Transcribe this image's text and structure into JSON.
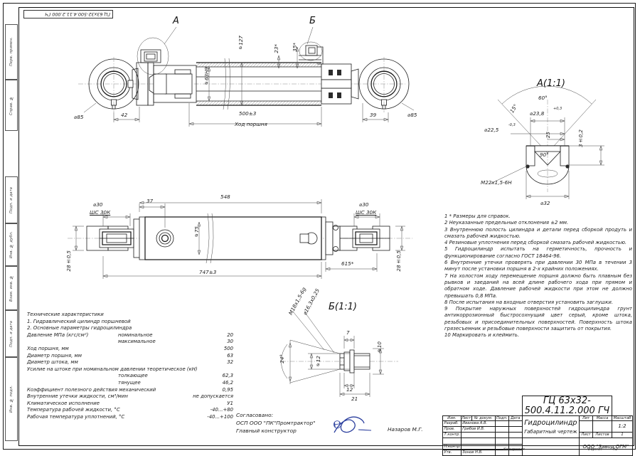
{
  "sheet": {
    "drawing_number": "ГЦ 63х32-500.4.11.2.000 ГЧ",
    "corner_number": "ГЦ 63х32-500.4.11.2.000 ГЧ",
    "format_label": "Формат",
    "format_value": "А2",
    "copied_label": "Копировал"
  },
  "margin": {
    "perv_primen": "Перв. примен.",
    "sprav": "Справ. №",
    "podp_data_1": "Подп. и дата",
    "inv_dubl": "Инв. № дубл.",
    "vzam_inv": "Взам. инв. №",
    "podp_data_2": "Подп. и дата",
    "inv_podl": "Инв. № подл."
  },
  "views": {
    "detail_a_marker": "А",
    "detail_b_marker": "Б",
    "detail_a_title": "А(1:1)",
    "detail_b_title": "Б(1:1)"
  },
  "top_view_dims": {
    "d85_left": "⌀85",
    "d85_right": "⌀85",
    "len42": "42",
    "len39": "39",
    "d127": "⌀127",
    "d63h9": "⌀63Н9",
    "angle23": "23*",
    "angle35": "35*",
    "stroke_value": "500±3",
    "stroke_label": "Ход поршня"
  },
  "main_view_dims": {
    "d30_left": "⌀30",
    "bearing_left": "ШС 30К",
    "d30_right": "⌀30",
    "bearing_right": "ШС 30К",
    "w28_left": "28±0,5",
    "w28_right": "28±0,5",
    "len37": "37",
    "len548": "548",
    "d75": "⌀75",
    "len747": "747±3",
    "len615": "615*"
  },
  "detail_a_dims": {
    "angle60": "60°",
    "angle15": "15°",
    "d238": "⌀23,8",
    "d238_tol": "+0,3",
    "d225": "⌀22,5",
    "d225_tol": "-0,3",
    "len25": "25",
    "h3": "3±0,2",
    "angle90": "90°",
    "thread": "M22x1,5-6H",
    "d32": "⌀32"
  },
  "detail_b_dims": {
    "thread": "M18x1,5-6g",
    "groove": "⌀16,3х0,25",
    "angle24": "24°",
    "d12": "⌀12",
    "d10": "⌀10",
    "len7": "7",
    "len12": "12",
    "len21": "21"
  },
  "specs": {
    "title": "Технические характеристики",
    "line1": "1. Гидравлический цилиндр поршневой",
    "line2": "2. Основные параметры гидроцилиндра",
    "rows": [
      {
        "label": "Давление МПа (кгс/см²)",
        "mid": "номинальное",
        "value": "20"
      },
      {
        "label": "",
        "mid": "максимальное",
        "value": "30"
      },
      {
        "label": "Ход поршня, мм",
        "mid": "",
        "value": "500"
      },
      {
        "label": "Диаметр поршня, мм",
        "mid": "",
        "value": "63"
      },
      {
        "label": "Диаметр штока, мм",
        "mid": "",
        "value": "32"
      },
      {
        "label": "Усилие на штоке при номинальном давлении теоретическое (кН)",
        "mid": "",
        "value": ""
      },
      {
        "label": "",
        "mid": "толкающее",
        "value": "62,3"
      },
      {
        "label": "",
        "mid": "тянущее",
        "value": "46,2"
      },
      {
        "label": "Коэффициент полезного действия механический",
        "mid": "",
        "value": "0,95"
      },
      {
        "label": "Внутренние утечки жидкости, см³/мин",
        "mid": "",
        "value": "не допускается"
      },
      {
        "label": "Климатическое исполнение",
        "mid": "",
        "value": "У1"
      },
      {
        "label": "Температура рабочей жидкости, °С",
        "mid": "",
        "value": "-40...+80"
      },
      {
        "label": "Рабочая температура уплотнений, °С",
        "mid": "",
        "value": "-40...+100"
      }
    ]
  },
  "notes": [
    "1 * Размеры для справок.",
    "2 Неуказанные предельные отклонения ±2 мм.",
    "3 Внутреннюю полость цилиндра и детали перед сборкой продуть и смазать рабочей жидкостью.",
    "4 Резиновые уплотнения перед сборкой смазать рабочей жидкостью.",
    "5 Гидроцилиндр испытать на герметичность, прочность и функционирование согласно ГОСТ 18464-96.",
    "6 Внутренние утечки проверять при давлении 30 МПа в течении 3 минут после установки поршня в 2-х крайних положениях.",
    "7 На холостом ходу перемещение поршня должно быть плавным без рывков и заеданий на всей длине рабочего хода при прямом и обратном ходе. Давление рабочей жидкости при этом не должно превышать 0,8 МПа.",
    "8 После испытания на входные отверстия установить заглушки.",
    "9 Покрытие наружных поверхностей гидроцилиндра грунт антикоррозионный быстросохнущий цвет серый, кроме штока, резьбовых и присоединительных поверхностей. Поверхность штока грязесъемник и резьбовые поверхности защитить от покрытия.",
    "10 Маркировать и клеймить."
  ],
  "approval": {
    "line1": "Согласовано:",
    "line2": "ОСП ООО \"ПК\"Промтрактор\"",
    "line3": "Главный конструктор",
    "name": "Назаров М.Г."
  },
  "title_block": {
    "header_cells": [
      "Изм.",
      "Лист",
      "№ докум.",
      "Подп.",
      "Дата"
    ],
    "roles": [
      {
        "role": "Разраб.",
        "name": "Иванова А.В."
      },
      {
        "role": "Пров.",
        "name": "Грибов И.В."
      },
      {
        "role": "Т.контр.",
        "name": ""
      },
      {
        "role": "",
        "name": ""
      },
      {
        "role": "Н.контр.",
        "name": ""
      },
      {
        "role": "Утв.",
        "name": "Зонов Н.В."
      }
    ],
    "designation": "ГЦ 63х32-500.4.11.2.000 ГЧ",
    "product_name": "Гидроцилиндр",
    "doc_type": "Габаритный чертеж",
    "lit_label": "Лит",
    "mass_label": "Масса",
    "scale_label": "Масштаб",
    "scale_value": "1:2",
    "sheet_label": "Лист",
    "sheets_label": "Листов",
    "sheets_value": "1",
    "company": "ООО \"Завод ОГМ\""
  }
}
